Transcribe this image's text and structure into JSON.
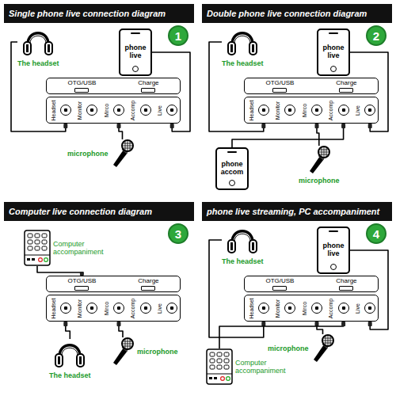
{
  "diagram": {
    "nodes": [
      {
        "text": [
          "Single phone live connection diagram"
        ]
      },
      {
        "text": [
          "1"
        ]
      },
      {
        "text": [
          "The headset"
        ]
      },
      {
        "text": [
          "phone live"
        ]
      },
      {
        "text": [
          "OTG/USB",
          "Charge"
        ]
      },
      {
        "text": [
          "Headset",
          "Monitor",
          "Mirco",
          "Accomp",
          "Live"
        ]
      },
      {
        "text": [
          "microphone"
        ]
      },
      {
        "text": [
          "Double phone live connection diagram"
        ]
      },
      {
        "text": [
          "2"
        ]
      },
      {
        "text": [
          "The headset"
        ]
      },
      {
        "text": [
          "phone live"
        ]
      },
      {
        "text": [
          "OTG/USB",
          "Charge"
        ]
      },
      {
        "text": [
          "Headset",
          "Monitor",
          "Mirco",
          "Accomp",
          "Live"
        ]
      },
      {
        "text": [
          "phone accom"
        ]
      },
      {
        "text": [
          "microphone"
        ]
      },
      {
        "text": [
          "Computer live connection diagram"
        ]
      },
      {
        "text": [
          "3"
        ]
      },
      {
        "text": [
          "Computer accompaniment"
        ]
      },
      {
        "text": [
          "OTG/USB",
          "Charge"
        ]
      },
      {
        "text": [
          "Headset",
          "Monitor",
          "Mirco",
          "Accomp",
          "Live"
        ]
      },
      {
        "text": [
          "The headset"
        ]
      },
      {
        "text": [
          "microphone"
        ]
      },
      {
        "text": [
          "phone live streaming, PC accompaniment"
        ]
      },
      {
        "text": [
          "4"
        ]
      },
      {
        "text": [
          "The headset"
        ]
      },
      {
        "text": [
          "phone live"
        ]
      },
      {
        "text": [
          "OTG/USB",
          "Charge"
        ]
      },
      {
        "text": [
          "Headset",
          "Monitor",
          "Mirco",
          "Accomp",
          "Live"
        ]
      },
      {
        "text": [
          "microphone"
        ]
      },
      {
        "text": [
          "Computer accompaniment"
        ]
      }
    ],
    "edges": [
      {
        "from": 5,
        "to": 2,
        "arrow": "none"
      },
      {
        "from": 5,
        "to": 6,
        "arrow": "none"
      },
      {
        "from": 5,
        "to": 3,
        "arrow": "none"
      },
      {
        "from": 12,
        "to": 9,
        "arrow": "none"
      },
      {
        "from": 12,
        "to": 14,
        "arrow": "none"
      },
      {
        "from": 12,
        "to": 13,
        "arrow": "none"
      },
      {
        "from": 12,
        "to": 10,
        "arrow": "none"
      },
      {
        "from": 18,
        "to": 17,
        "arrow": "none"
      },
      {
        "from": 19,
        "to": 20,
        "arrow": "none"
      },
      {
        "from": 19,
        "to": 21,
        "arrow": "none"
      },
      {
        "from": 27,
        "to": 24,
        "arrow": "none"
      },
      {
        "from": 27,
        "to": 28,
        "arrow": "none"
      },
      {
        "from": 27,
        "to": 29,
        "arrow": "none"
      },
      {
        "from": 27,
        "to": 25,
        "arrow": "none"
      }
    ]
  }
}
